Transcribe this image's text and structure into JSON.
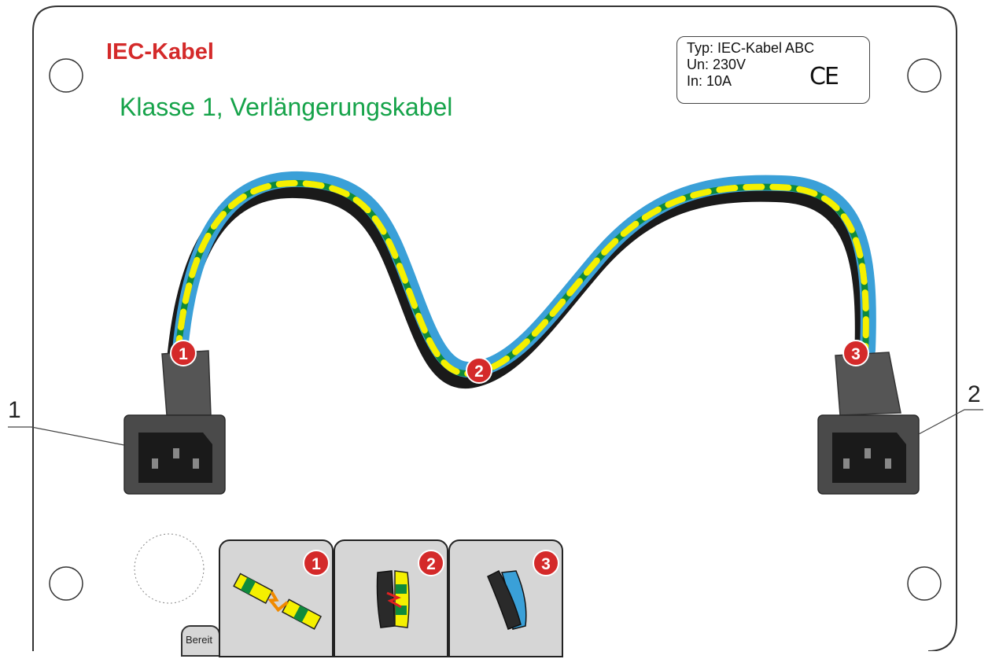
{
  "title": "IEC-Kabel",
  "subtitle": "Klasse 1, Verlängerungskabel",
  "info_box": {
    "line1": "Typ: IEC-Kabel ABC",
    "line2": "Un: 230V",
    "line3": "In: 10A",
    "mark": "CE"
  },
  "callouts": {
    "left": "1",
    "right": "2"
  },
  "markers": [
    "1",
    "2",
    "3"
  ],
  "tabs": [
    {
      "number": "1",
      "icon": "broken-wire-icon"
    },
    {
      "number": "2",
      "icon": "short-circuit-icon"
    },
    {
      "number": "3",
      "icon": "crossed-wires-icon"
    }
  ],
  "status_tab": "Bereit",
  "colors": {
    "title": "#d42a2a",
    "subtitle": "#16a34a",
    "marker": "#d42a2a",
    "cable_blue": "#3aa0d8",
    "cable_yellow": "#f5f000",
    "cable_green": "#0f8a3c",
    "cable_black": "#1a1a1a"
  }
}
